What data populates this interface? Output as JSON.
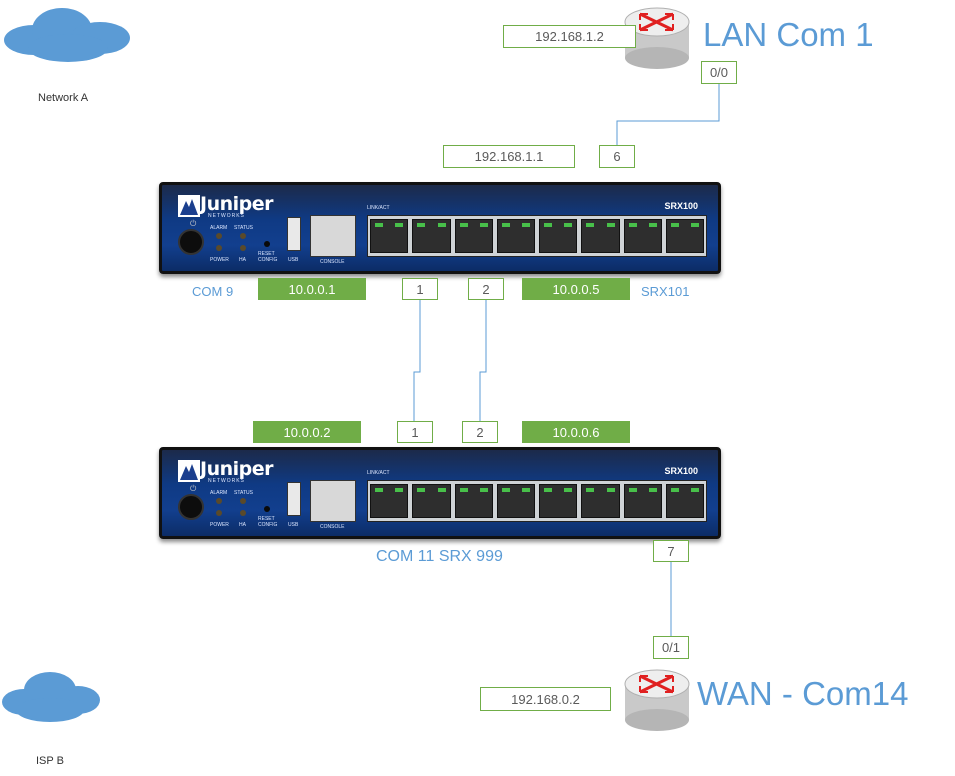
{
  "clouds": [
    {
      "label": "Network A"
    },
    {
      "label": "ISP B"
    }
  ],
  "routers": {
    "lan": {
      "title": "LAN Com 1",
      "ip": "192.168.1.2",
      "port": "0/0"
    },
    "wan": {
      "title": "WAN  - Com14",
      "ip": "192.168.0.2",
      "port": "0/1"
    }
  },
  "devices": {
    "top": {
      "brand": "Juniper",
      "brand_sub": "NETWORKS",
      "model": "SRX100",
      "name_left": "COM   9",
      "name_right": "SRX101",
      "uplink_ip": "192.168.1.1",
      "uplink_port": "6",
      "ip_left": "10.0.0.1",
      "ip_right": "10.0.0.5",
      "link_port_1": "1",
      "link_port_2": "2"
    },
    "bottom": {
      "brand": "Juniper",
      "brand_sub": "NETWORKS",
      "model": "SRX100",
      "name": "COM 11 SRX  999",
      "ip_left": "10.0.0.2",
      "ip_right": "10.0.0.6",
      "link_port_1": "1",
      "link_port_2": "2",
      "wan_port": "7"
    }
  },
  "panel_text": {
    "link_act": "LINK/ACT",
    "alarm": "ALARM",
    "status": "STATUS",
    "power": "POWER",
    "ha": "HA",
    "reset": "RESET CONFIG",
    "usb": "USB",
    "console": "CONSOLE"
  },
  "colors": {
    "accent": "#70ad47",
    "label_blue": "#5b9bd5",
    "cloud": "#5b9bd5",
    "link": "#5b9bd5"
  }
}
